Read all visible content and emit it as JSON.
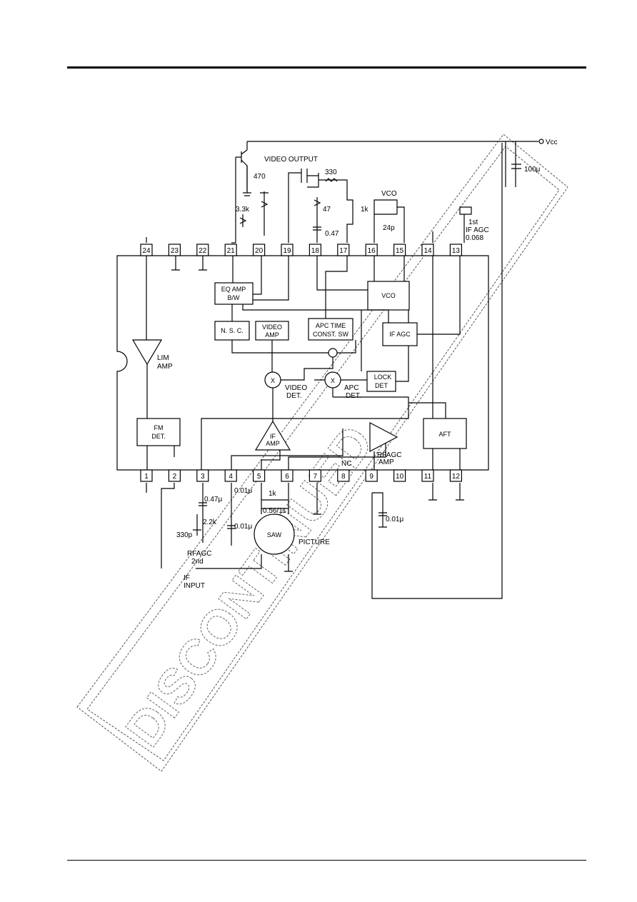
{
  "pins_top": [
    "24",
    "23",
    "22",
    "21",
    "20",
    "19",
    "18",
    "17",
    "16",
    "15",
    "14",
    "13"
  ],
  "pins_bottom": [
    "1",
    "2",
    "3",
    "4",
    "5",
    "6",
    "7",
    "8",
    "9",
    "10",
    "11",
    "12"
  ],
  "blocks": {
    "eq_amp": [
      "EQ AMP",
      "B/W"
    ],
    "nsc": "N. S. C.",
    "video_amp": [
      "VIDEO",
      "AMP"
    ],
    "apc_time": [
      "APC TIME",
      "CONST. SW"
    ],
    "vco": "VCO",
    "if_agc": "IF AGC",
    "lock_det": [
      "LOCK",
      "DET"
    ],
    "lim_amp": [
      "LIM",
      "AMP"
    ],
    "fm_det": [
      "FM",
      "DET."
    ],
    "if_amp": [
      "IF",
      "AMP"
    ],
    "rfagc_amp": [
      "RFAGC",
      "AMP"
    ],
    "aft": "AFT",
    "video_det": [
      "VIDEO",
      "DET."
    ],
    "apc_det": [
      "APC",
      "DET."
    ],
    "saw": "SAW",
    "mixer_symbol": "X"
  },
  "labels": {
    "vcc": "Vcc",
    "video_output": "VIDEO   OUTPUT",
    "r_470": "470",
    "r_3_3k": "3.3k",
    "r_330": "330",
    "r_47": "47",
    "c_0_47_top": "0.47",
    "r_1k": "1k",
    "vco_coil": "VCO",
    "c_24p": "24p",
    "first_if_agc": [
      "1st",
      "IF AGC",
      "0.068"
    ],
    "c_100u": "100μ",
    "c_0_47_bottom": "0.47μ",
    "r_2_2k": "2.2k",
    "c_330p": "330p",
    "rfagc_2nd": [
      "RFAGC",
      "2nd"
    ],
    "c_0_01_a": "0.01μ",
    "c_0_01_b": "0.01μ",
    "r_1k_bottom": "1k",
    "c_0_56": "0.56/11",
    "c_0_01_c": "0.01μ",
    "nc": "NC",
    "picture_if": "PICTURE",
    "if_input": [
      "IF",
      "INPUT"
    ]
  },
  "watermark": "DISCONTINUED"
}
